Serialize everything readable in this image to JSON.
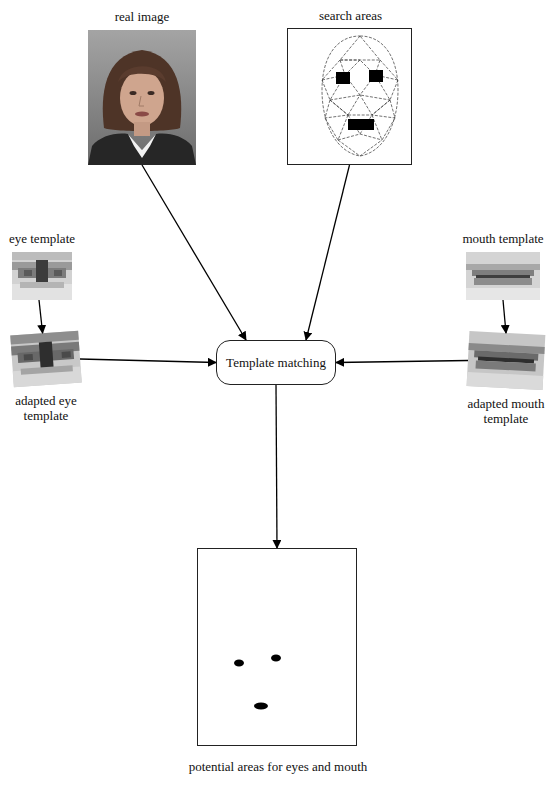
{
  "diagram": {
    "nodes": [
      {
        "text": [
          "real image"
        ]
      },
      {
        "text": [
          "search areas"
        ]
      },
      {
        "text": [
          "eye template"
        ]
      },
      {
        "text": [
          "mouth template"
        ]
      },
      {
        "text": [
          "adapted eye template"
        ]
      },
      {
        "text": [
          "Template matching"
        ]
      },
      {
        "text": [
          "adapted mouth template"
        ]
      },
      {
        "text": [
          "potential areas for eyes and mouth"
        ]
      }
    ],
    "edges": [
      {
        "from": 0,
        "to": 5,
        "arrow": "to"
      },
      {
        "from": 1,
        "to": 5,
        "arrow": "to"
      },
      {
        "from": 2,
        "to": 4,
        "arrow": "to"
      },
      {
        "from": 3,
        "to": 6,
        "arrow": "to"
      },
      {
        "from": 4,
        "to": 5,
        "arrow": "to"
      },
      {
        "from": 6,
        "to": 5,
        "arrow": "to"
      },
      {
        "from": 5,
        "to": 7,
        "arrow": "to"
      }
    ]
  }
}
